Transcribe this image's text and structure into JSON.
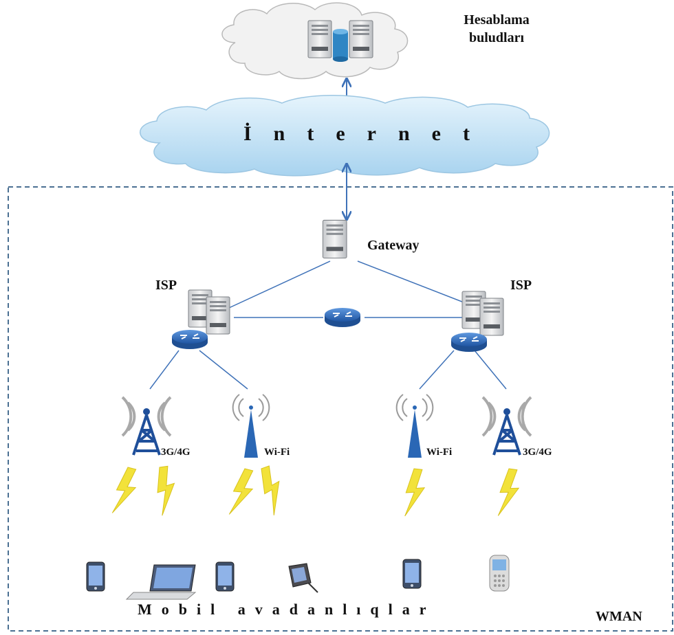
{
  "cloud": {
    "title": "Hesablama buludları",
    "title_line1": "Hesablama",
    "title_line2": "buludları"
  },
  "internet": {
    "label": "İnternet"
  },
  "gateway": {
    "label": "Gateway"
  },
  "isp_left": {
    "label": "ISP"
  },
  "isp_right": {
    "label": "ISP"
  },
  "towers": [
    {
      "label": "3G/4G",
      "type": "cell"
    },
    {
      "label": "Wi-Fi",
      "type": "wifi"
    },
    {
      "label": "Wi-Fi",
      "type": "wifi"
    },
    {
      "label": "3G/4G",
      "type": "cell"
    }
  ],
  "devices": [
    {
      "icon": "smartphone-icon"
    },
    {
      "icon": "laptop-icon"
    },
    {
      "icon": "smartphone-icon"
    },
    {
      "icon": "pda-icon"
    },
    {
      "icon": "smartphone-icon"
    },
    {
      "icon": "feature-phone-icon"
    }
  ],
  "footer": {
    "label": "Mobil avadanlıqlar"
  },
  "region": {
    "label": "WMAN"
  },
  "colors": {
    "link": "#3f72b8",
    "region_border": "#4a6f92",
    "lightning": "#f2e23a",
    "cloud_internet": "#c9e6f7",
    "cloud_compute": "#f2f2f2",
    "router": "#2a67b5",
    "tower": "#1f4f9a"
  }
}
